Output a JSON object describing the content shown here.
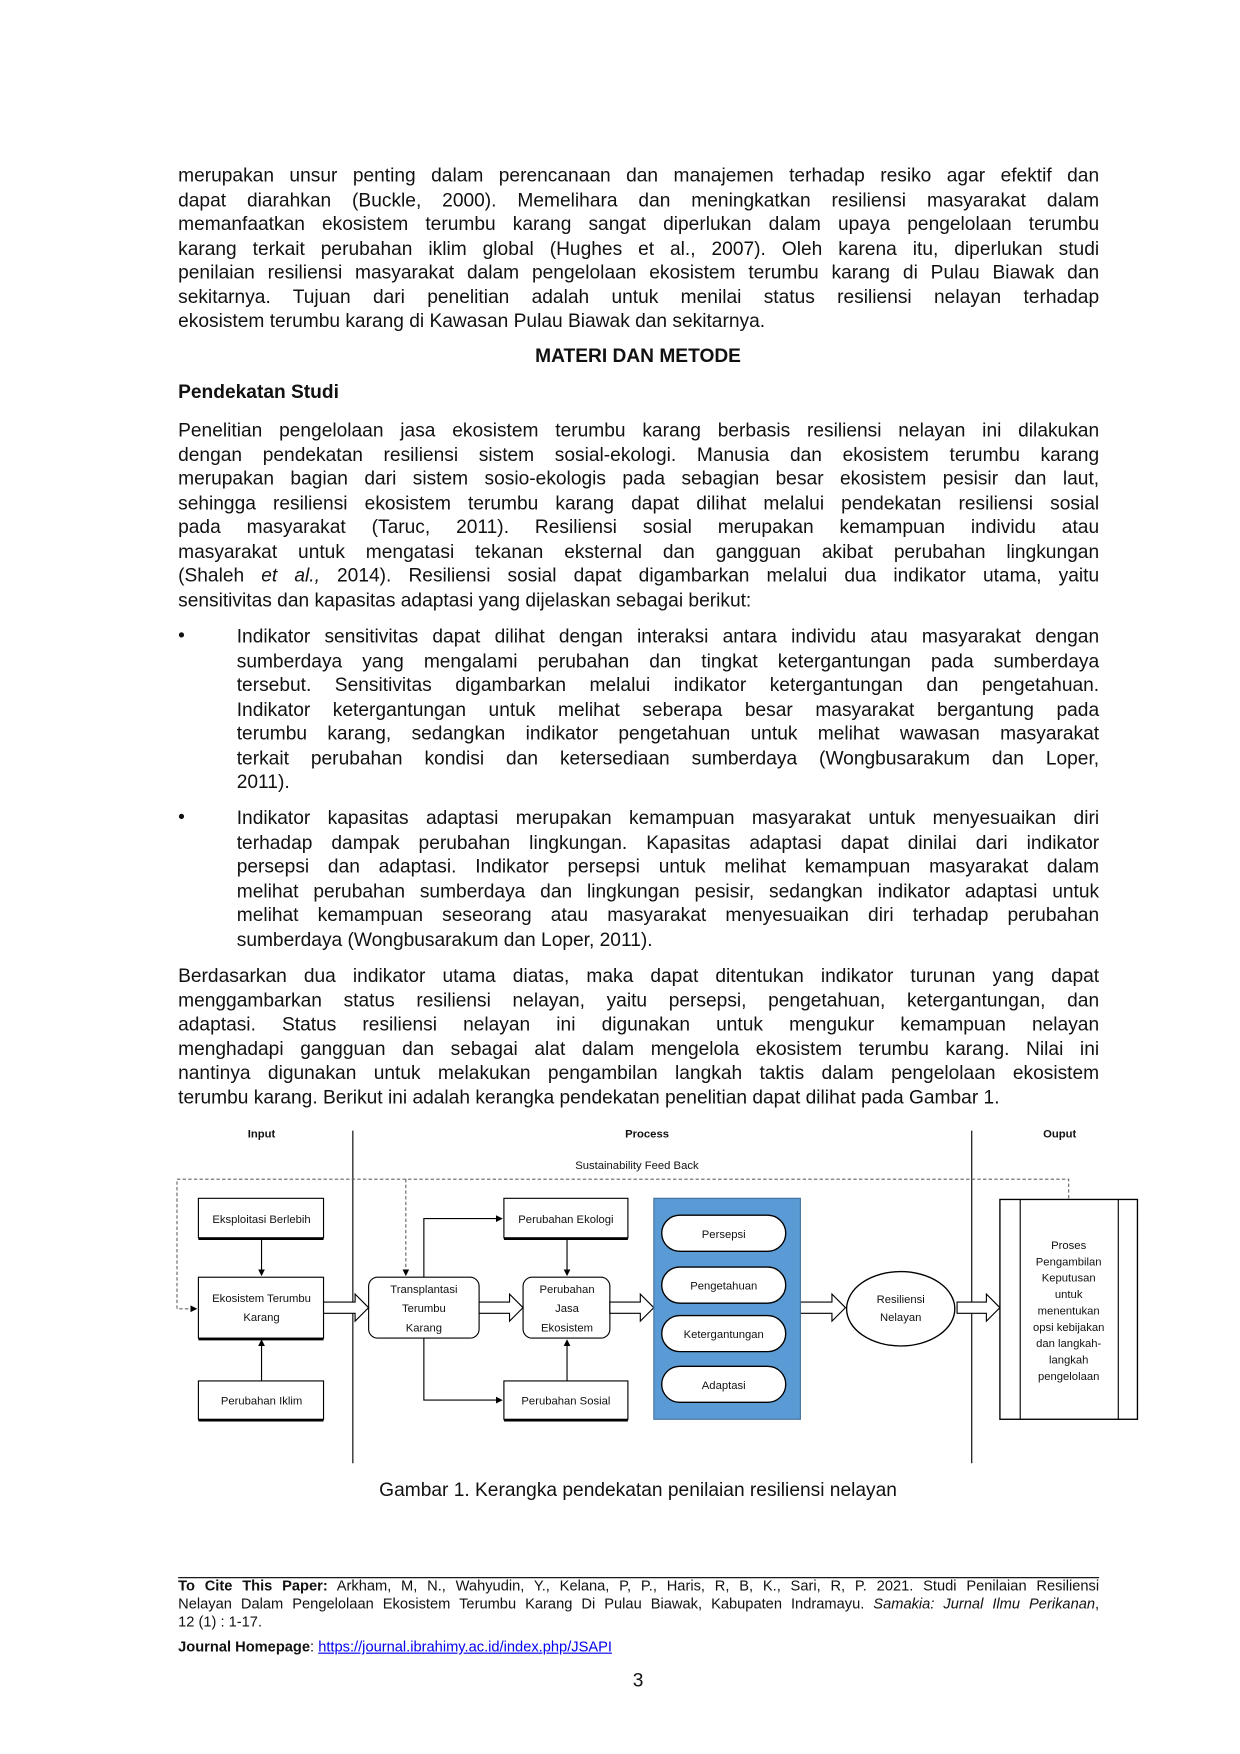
{
  "para1": {
    "lines": [
      "merupakan unsur penting dalam perencanaan dan manajemen terhadap resiko agar efektif dan",
      "dapat diarahkan (Buckle, 2000). Memelihara dan meningkatkan resiliensi masyarakat dalam",
      "memanfaatkan ekosistem terumbu karang sangat diperlukan dalam upaya pengelolaan terumbu",
      "karang terkait perubahan iklim global (Hughes et al., 2007). Oleh karena itu, diperlukan studi",
      "penilaian resiliensi masyarakat dalam pengelolaan ekosistem terumbu karang di Pulau Biawak dan",
      "sekitarnya. Tujuan dari penelitian adalah untuk menilai status resiliensi nelayan terhadap",
      "ekosistem terumbu karang di Kawasan Pulau Biawak dan sekitarnya."
    ]
  },
  "section_title": "MATERI DAN METODE",
  "subsection_title": "Pendekatan Studi",
  "para2": {
    "lines": [
      "Penelitian pengelolaan jasa ekosistem terumbu karang berbasis resiliensi nelayan ini dilakukan",
      "dengan pendekatan resiliensi sistem sosial-ekologi. Manusia dan ekosistem terumbu karang",
      "merupakan bagian dari sistem sosio-ekologis pada sebagian besar ekosistem pesisir dan laut,",
      "sehingga resiliensi ekosistem terumbu karang dapat dilihat melalui pendekatan resiliensi sosial",
      "pada masyarakat (Taruc, 2011). Resiliensi sosial merupakan kemampuan individu atau",
      "masyarakat untuk mengatasi tekanan eksternal dan gangguan akibat perubahan lingkungan",
      [
        "(Shaleh ",
        "et al.,",
        " 2014). Resiliensi sosial dapat digambarkan melalui dua indikator utama, yaitu"
      ],
      "sensitivitas dan kapasitas adaptasi yang dijelaskan sebagai berikut:"
    ]
  },
  "bullets": [
    {
      "symbol": "•",
      "lines": [
        "Indikator sensitivitas dapat dilihat dengan interaksi antara individu atau masyarakat dengan",
        "sumberdaya yang mengalami perubahan dan tingkat ketergantungan pada sumberdaya",
        "tersebut. Sensitivitas digambarkan melalui indikator ketergantungan dan pengetahuan.",
        "Indikator ketergantungan untuk melihat seberapa besar masyarakat bergantung pada",
        "terumbu karang, sedangkan indikator pengetahuan untuk melihat wawasan masyarakat",
        "terkait perubahan kondisi dan ketersediaan sumberdaya (Wongbusarakum dan Loper,",
        "2011)."
      ]
    },
    {
      "symbol": "•",
      "lines": [
        "Indikator kapasitas adaptasi merupakan kemampuan masyarakat untuk menyesuaikan diri",
        "terhadap dampak perubahan lingkungan. Kapasitas adaptasi dapat dinilai dari indikator",
        "persepsi dan adaptasi. Indikator persepsi untuk melihat kemampuan masyarakat dalam",
        "melihat perubahan sumberdaya dan lingkungan pesisir, sedangkan indikator adaptasi untuk",
        "melihat kemampuan seseorang atau masyarakat menyesuaikan diri terhadap perubahan",
        "sumberdaya (Wongbusarakum dan Loper, 2011)."
      ]
    }
  ],
  "para3": {
    "lines": [
      "Berdasarkan dua indikator utama diatas, maka dapat ditentukan indikator turunan yang dapat",
      "menggambarkan status resiliensi nelayan, yaitu persepsi, pengetahuan, ketergantungan, dan",
      "adaptasi. Status resiliensi nelayan ini digunakan untuk mengukur kemampuan nelayan",
      "menghadapi gangguan dan sebagai alat dalam mengelola ekosistem terumbu karang. Nilai ini",
      "nantinya digunakan untuk melakukan pengambilan langkah taktis dalam pengelolaan ekosistem",
      "terumbu karang. Berikut ini adalah kerangka pendekatan penelitian dapat dilihat pada Gambar 1."
    ]
  },
  "figure": {
    "input_label": "Input",
    "process_label": "Process",
    "output_label": "Ouput",
    "feedback_label": "Sustainability Feed Back",
    "eksploitasi": "Eksploitasi Berlebih",
    "ekosistem": [
      "Ekosistem Terumbu",
      "Karang"
    ],
    "iklim": "Perubahan Iklim",
    "transplantasi": [
      "Transplantasi",
      "Terumbu",
      "Karang"
    ],
    "jasa": [
      "Perubahan",
      "Jasa",
      "Ekosistem"
    ],
    "ekologi": "Perubahan Ekologi",
    "sosial": "Perubahan Sosial",
    "indicators": [
      "Persepsi",
      "Pengetahuan",
      "Ketergantungan",
      "Adaptasi"
    ],
    "resiliensi": [
      "Resiliensi",
      "Nelayan"
    ],
    "output": [
      "Proses",
      "Pengambilan",
      "Keputusan",
      "untuk",
      "menentukan",
      "opsi kebijakan",
      "dan langkah-",
      "langkah",
      "pengelolaan"
    ],
    "indicator_panel_color": "#5b9bd5",
    "caption": "Gambar 1. Kerangka pendekatan penilaian resiliensi nelayan"
  },
  "footer": {
    "cite_label": "To Cite This Paper:",
    "cite_lines": [
      " Arkham, M, N., Wahyudin, Y., Kelana, P, P., Haris, R, B, K., Sari, R, P. 2021. Studi Penilaian Resiliensi",
      "Nelayan Dalam Pengelolaan Ekosistem Terumbu Karang Di Pulau Biawak, Kabupaten Indramayu. "
    ],
    "journal": "Samakia: Jurnal Ilmu Perikanan",
    "cite_end": ",",
    "cite_last": "12 (1) : 1-17.",
    "homepage_label": "Journal Homepage",
    "homepage_sep": ": ",
    "homepage_url": "https://journal.ibrahimy.ac.id/index.php/JSAPI",
    "page_number": "3"
  }
}
